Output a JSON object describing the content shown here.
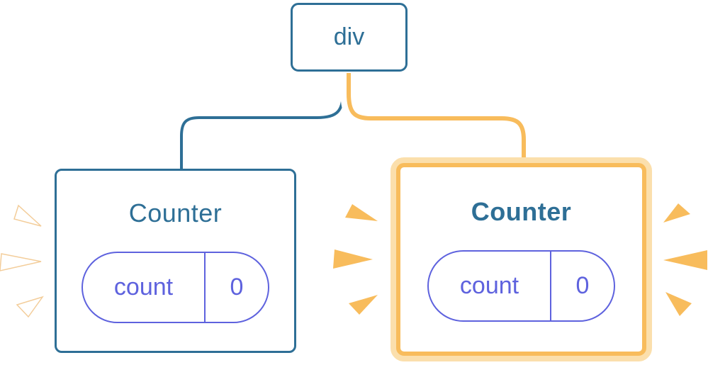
{
  "colors": {
    "steel-blue": "#2E6F96",
    "indigo": "#5E62DE",
    "orange": "#F8BC5C",
    "orange-light": "#FBDFAC",
    "spark-fringe": "#F3CD9A",
    "card-bg": "#FFFFFF"
  },
  "tree": {
    "root": {
      "label": "div"
    },
    "children": [
      {
        "title": "Counter",
        "state_key": "count",
        "state_value": "0",
        "status": "existing"
      },
      {
        "title": "Counter",
        "state_key": "count",
        "state_value": "0",
        "status": "newly-mounted-highlighted"
      }
    ]
  }
}
